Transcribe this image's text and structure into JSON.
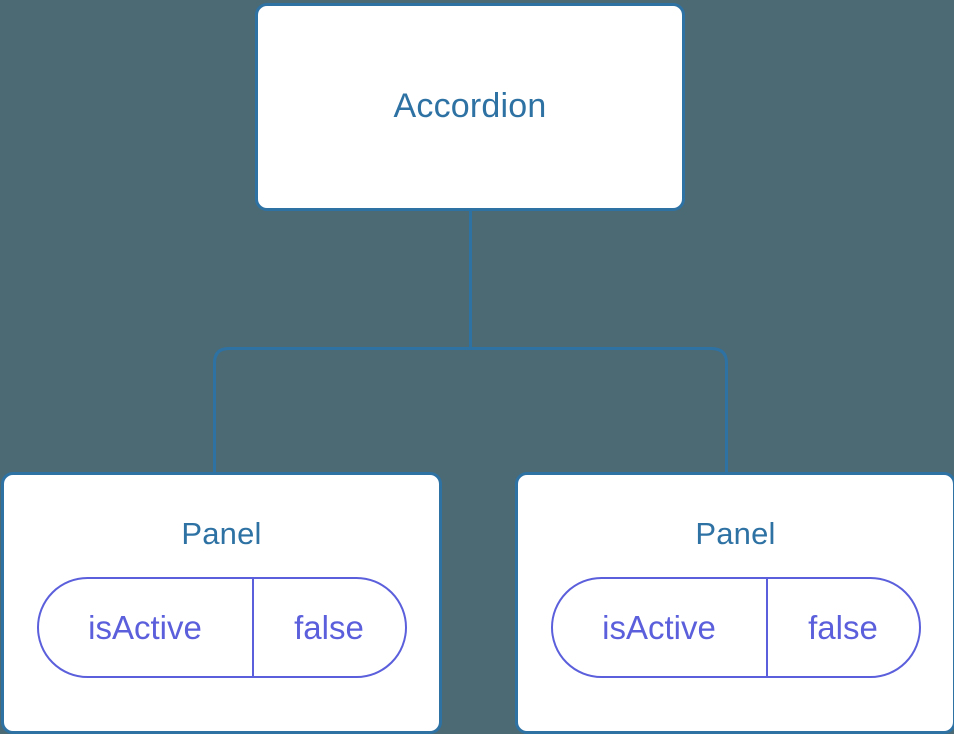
{
  "diagram": {
    "type": "component-tree",
    "background_color": "#4c6a74",
    "node_border_color": "#2e72a4",
    "node_fill_color": "#ffffff",
    "node_title_color": "#2e72a4",
    "state_badge_color": "#5b5fdb",
    "connector_color": "#2e72a4",
    "root": {
      "label": "Accordion"
    },
    "children": [
      {
        "label": "Panel",
        "state": {
          "key": "isActive",
          "value": "false"
        }
      },
      {
        "label": "Panel",
        "state": {
          "key": "isActive",
          "value": "false"
        }
      }
    ]
  }
}
